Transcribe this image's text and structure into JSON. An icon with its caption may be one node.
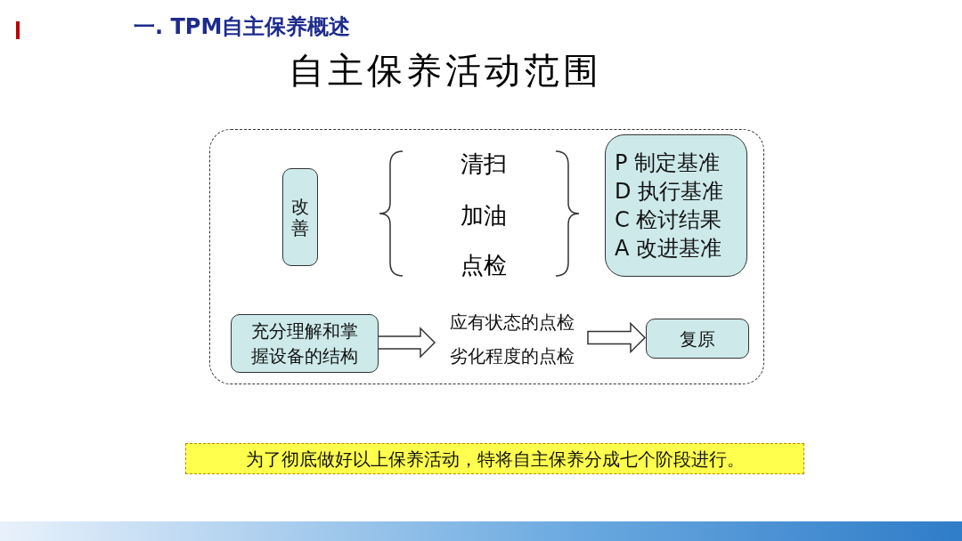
{
  "diagram": {
    "title": "自主保养活动范围",
    "nodes": [
      {
        "text": [],
        "shape": "box"
      },
      {
        "text": [
          "改善"
        ],
        "in": 0
      },
      {
        "text": [
          "P 制定基准",
          "D 执行基准",
          "C 检讨结果",
          "A 改进基准"
        ],
        "in": 0
      },
      {
        "text": [
          "充分理解和掌握设备的结构"
        ],
        "in": 0
      },
      {
        "text": [
          "应有状态的点检",
          "劣化程度的点检"
        ],
        "in": 0
      },
      {
        "text": [
          "复原"
        ],
        "in": 0
      },
      {
        "text": [
          "为了彻底做好以上保养活动，特将自主保养分成七个阶段进行。"
        ]
      }
    ],
    "edges": [
      {
        "from": 3,
        "to": 4,
        "arrow": "to"
      },
      {
        "from": 4,
        "to": 5,
        "arrow": "to"
      }
    ],
    "labels": [
      "一. TPM自主保养概述",
      "清扫",
      "加油",
      "点检"
    ]
  }
}
